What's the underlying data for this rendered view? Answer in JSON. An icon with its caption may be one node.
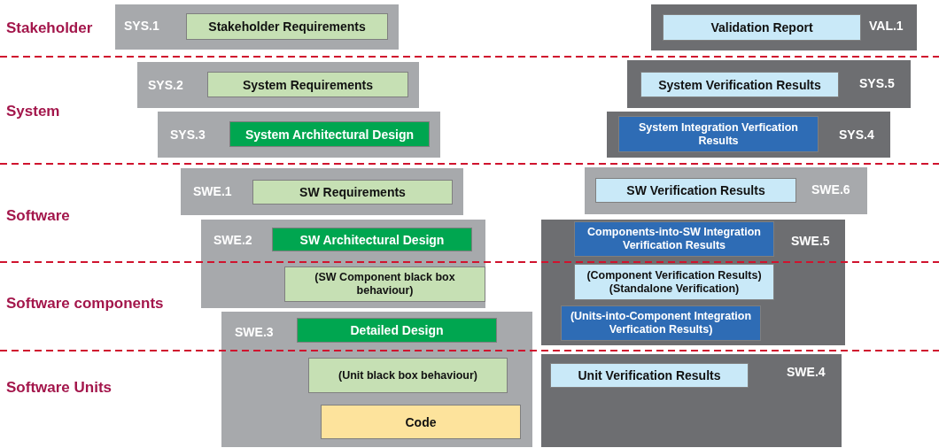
{
  "diagram": {
    "nodes": [
      {
        "text": [
          "SYS.1"
        ]
      },
      {
        "text": [
          "Stakeholder Requirements"
        ],
        "in": 0
      },
      {
        "text": [
          "VAL.1"
        ]
      },
      {
        "text": [
          "Validation Report"
        ],
        "in": 2
      },
      {
        "text": [
          "SYS.2"
        ]
      },
      {
        "text": [
          "System Requirements"
        ],
        "in": 4
      },
      {
        "text": [
          "SYS.5"
        ]
      },
      {
        "text": [
          "System Verification Results"
        ],
        "in": 6
      },
      {
        "text": [
          "SYS.3"
        ]
      },
      {
        "text": [
          "System Architectural Design"
        ],
        "in": 8
      },
      {
        "text": [
          "SYS.4"
        ]
      },
      {
        "text": [
          "System Integration Verfication Results"
        ],
        "in": 10
      },
      {
        "text": [
          "SWE.1"
        ]
      },
      {
        "text": [
          "SW Requirements"
        ],
        "in": 12
      },
      {
        "text": [
          "SWE.6"
        ]
      },
      {
        "text": [
          "SW Verification Results"
        ],
        "in": 14
      },
      {
        "text": [
          "SWE.2"
        ]
      },
      {
        "text": [
          "SW Architectural Design"
        ],
        "in": 16
      },
      {
        "text": [
          "(SW Component black box behaviour)"
        ],
        "in": 16
      },
      {
        "text": [
          "SWE.5"
        ]
      },
      {
        "text": [
          "Components-into-SW Integration Verification Results"
        ],
        "in": 19
      },
      {
        "text": [
          "(Component Verification Results) (Standalone Verification)"
        ],
        "in": 19
      },
      {
        "text": [
          "(Units-into-Component Integration Verfication Results)"
        ],
        "in": 19
      },
      {
        "text": [
          "SWE.3"
        ]
      },
      {
        "text": [
          "Detailed Design"
        ],
        "in": 23
      },
      {
        "text": [
          "(Unit black box behaviour)"
        ],
        "in": 23
      },
      {
        "text": [
          "Code"
        ],
        "in": 23
      },
      {
        "text": [
          "SWE.4"
        ]
      },
      {
        "text": [
          "Unit Verification Results"
        ],
        "in": 27
      }
    ],
    "labels": [
      "Stakeholder",
      "System",
      "Software",
      "Software components",
      "Software Units"
    ]
  }
}
